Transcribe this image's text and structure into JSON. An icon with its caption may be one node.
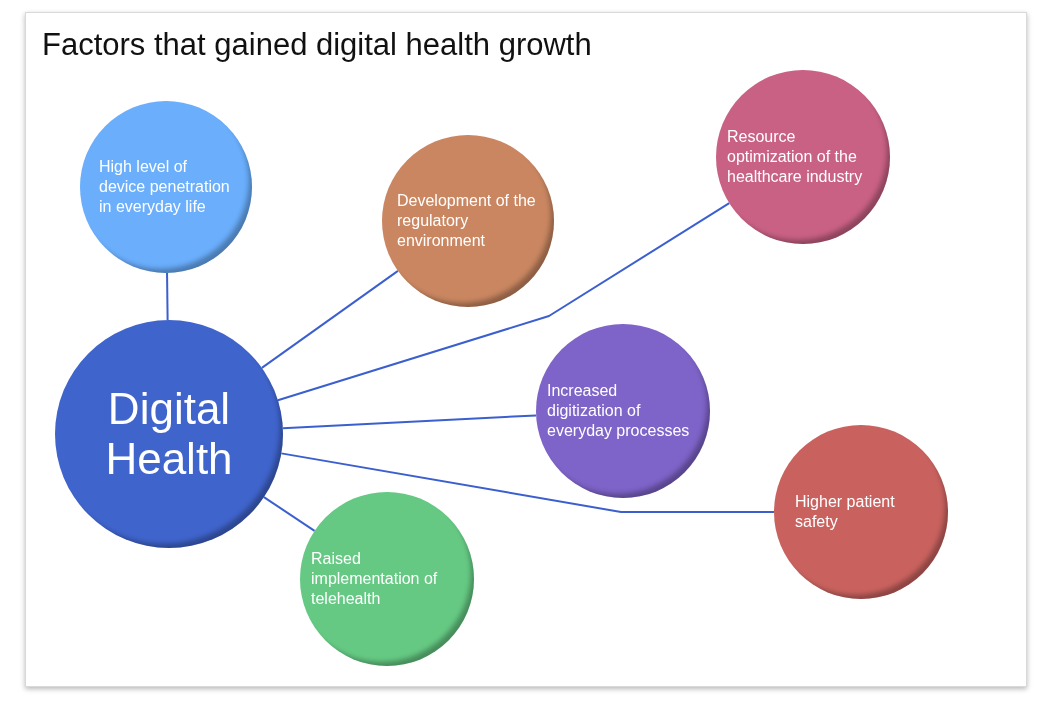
{
  "diagram": {
    "title": "Factors that gained digital health growth",
    "nodes": [
      {
        "text": [
          "Digital Health"
        ]
      },
      {
        "text": [
          "High level of device penetration in everyday life"
        ]
      },
      {
        "text": [
          "Development of the regulatory environment"
        ]
      },
      {
        "text": [
          "Resource optimization of the healthcare industry"
        ]
      },
      {
        "text": [
          "Increased digitization of everyday processes"
        ]
      },
      {
        "text": [
          "Higher patient safety"
        ]
      },
      {
        "text": [
          "Raised implementation of telehealth"
        ]
      }
    ],
    "edges": [
      {
        "from": 0,
        "to": 1,
        "arrow": "none"
      },
      {
        "from": 0,
        "to": 2,
        "arrow": "none"
      },
      {
        "from": 0,
        "to": 3,
        "arrow": "none"
      },
      {
        "from": 0,
        "to": 4,
        "arrow": "none"
      },
      {
        "from": 0,
        "to": 5,
        "arrow": "none"
      },
      {
        "from": 0,
        "to": 6,
        "arrow": "none"
      }
    ]
  }
}
